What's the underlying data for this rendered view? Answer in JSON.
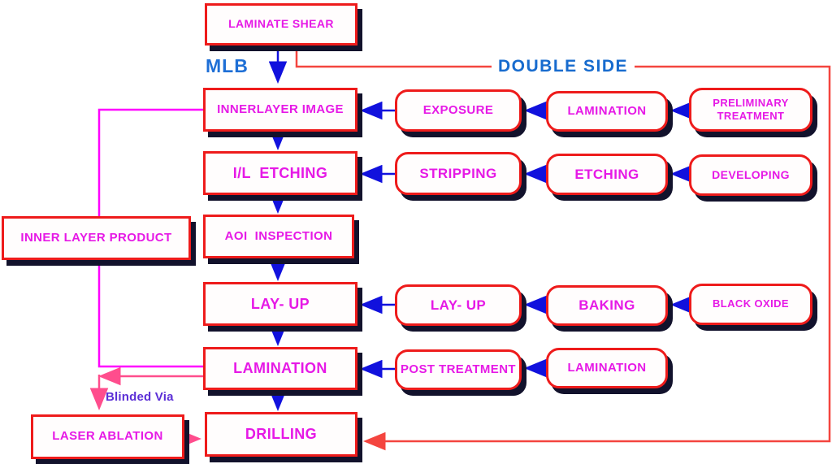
{
  "diagram_title": "PCB multilayer manufacturing process flowchart",
  "colors": {
    "box_border": "#ee1b1b",
    "box_fill": "#fffdfd",
    "box_text": "#e619e6",
    "box_shadow": "#12122c",
    "blue_arrow": "#1111dd",
    "red_line": "#f4453f",
    "magenta_line": "#ff00ff",
    "pink_arrow": "#ff4d8d",
    "branch_label_blue": "#1e6fd6",
    "via_label_purple": "#5b2ed6",
    "background": "#ffffff"
  },
  "labels": {
    "mlb": "MLB",
    "double_side": "DOUBLE SIDE",
    "blinded_via": "Blinded Via"
  },
  "nodes": {
    "laminate_shear": "LAMINATE SHEAR",
    "innerlayer_image": "INNERLAYER IMAGE",
    "il_etching": "I/L  ETCHING",
    "aoi_inspection": "AOI  INSPECTION",
    "layup_main": "LAY- UP",
    "lamination_main": "LAMINATION",
    "drilling": "DRILLING",
    "inner_layer_product": "INNER LAYER PRODUCT",
    "laser_ablation": "LASER ABLATION",
    "exposure": "EXPOSURE",
    "stripping": "STRIPPING",
    "layup_ds": "LAY- UP",
    "post_treatment": "POST TREATMENT",
    "lamination_ds1": "LAMINATION",
    "etching": "ETCHING",
    "baking": "BAKING",
    "lamination_ds2": "LAMINATION",
    "preliminary_treatment": "PRELIMINARY TREATMENT",
    "developing": "DEVELOPING",
    "black_oxide": "BLACK OXIDE"
  }
}
